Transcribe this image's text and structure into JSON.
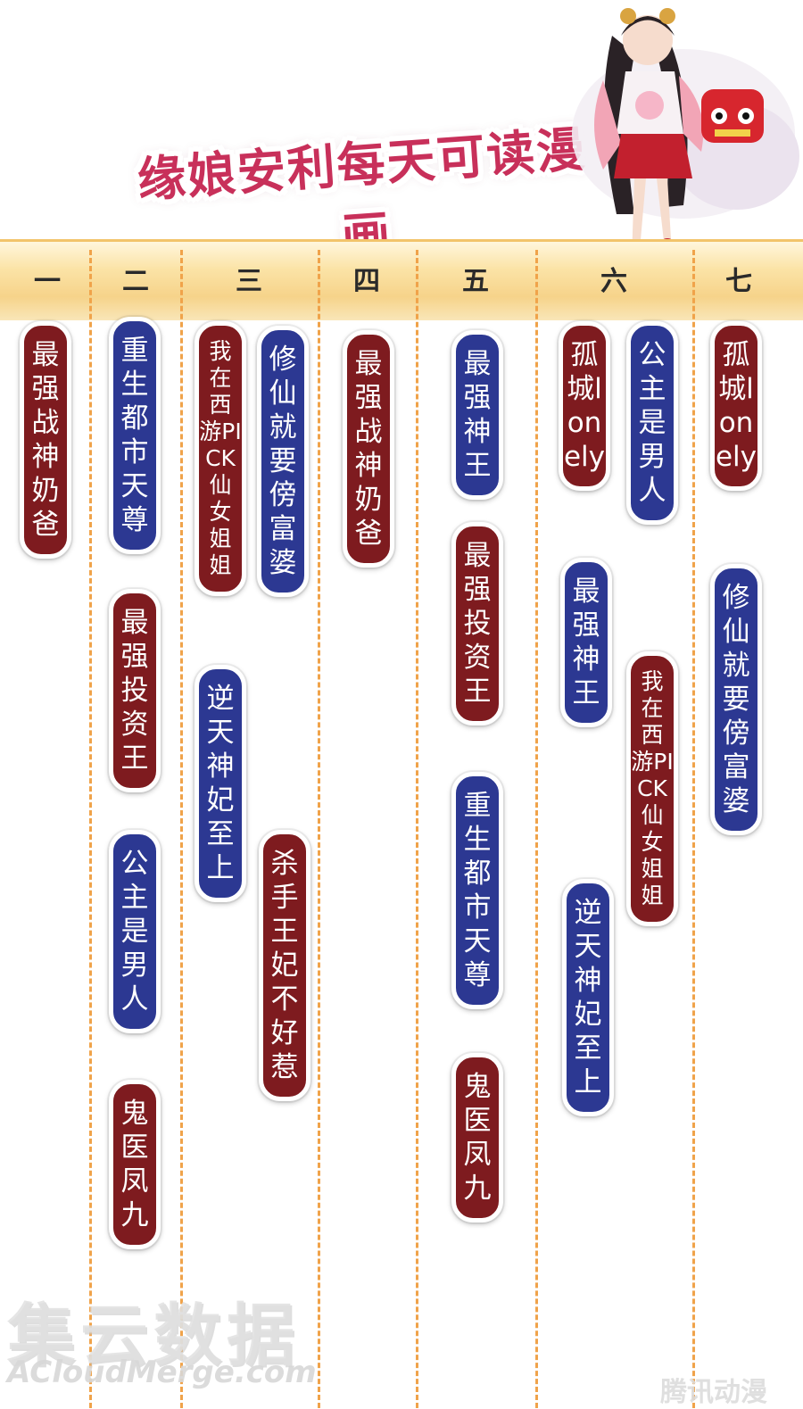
{
  "banner": {
    "title": "缘娘安利每天可读漫画"
  },
  "days": [
    "一",
    "二",
    "三",
    "四",
    "五",
    "六",
    "七"
  ],
  "comics": {
    "day1": [
      {
        "title": "最强战神奶爸",
        "color": "#7e1b1f"
      }
    ],
    "day2": [
      {
        "title": "重生都市天尊",
        "color": "#2c3892"
      },
      {
        "title": "最强投资王",
        "color": "#7e1b1f"
      },
      {
        "title": "公主是男人",
        "color": "#2c3892"
      },
      {
        "title": "鬼医凤九",
        "color": "#7e1b1f"
      }
    ],
    "day3": [
      {
        "title": "我在西游PICK仙女姐姐",
        "color": "#7e1b1f"
      },
      {
        "title": "修仙就要傍富婆",
        "color": "#2c3892"
      },
      {
        "title": "逆天神妃至上",
        "color": "#2c3892"
      },
      {
        "title": "杀手王妃不好惹",
        "color": "#7e1b1f"
      }
    ],
    "day4": [
      {
        "title": "最强战神奶爸",
        "color": "#7e1b1f"
      }
    ],
    "day5": [
      {
        "title": "最强神王",
        "color": "#2c3892"
      },
      {
        "title": "最强投资王",
        "color": "#7e1b1f"
      },
      {
        "title": "重生都市天尊",
        "color": "#2c3892"
      },
      {
        "title": "鬼医凤九",
        "color": "#7e1b1f"
      }
    ],
    "day6": [
      {
        "title": "孤城lonely",
        "color": "#7e1b1f"
      },
      {
        "title": "公主是男人",
        "color": "#2c3892"
      },
      {
        "title": "最强神王",
        "color": "#2c3892"
      },
      {
        "title": "我在西游PICK仙女姐姐",
        "color": "#7e1b1f"
      },
      {
        "title": "逆天神妃至上",
        "color": "#2c3892"
      }
    ],
    "day7": [
      {
        "title": "孤城lonely",
        "color": "#7e1b1f"
      },
      {
        "title": "修仙就要傍富婆",
        "color": "#2c3892"
      }
    ]
  },
  "watermark": {
    "cn": "集云数据",
    "en": "ACloudMerge.com",
    "corner": "腾讯动漫"
  },
  "colors": {
    "header_band": "#f6d38a",
    "divider": "#f0a34a",
    "banner_text": "#c8305a"
  }
}
